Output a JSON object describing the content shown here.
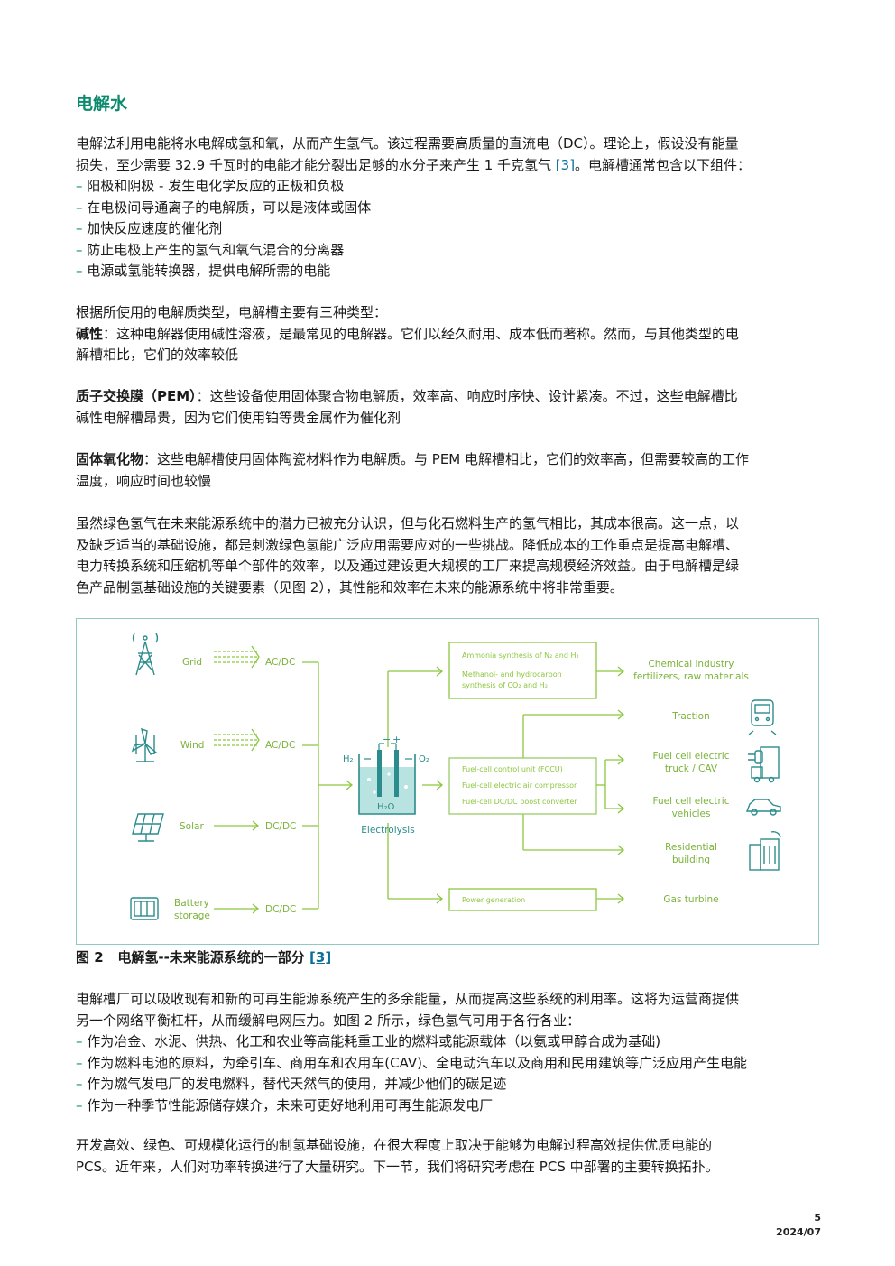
{
  "heading": "电解水",
  "intro": {
    "line1": "电解法利用电能将水电解成氢和氧，从而产生氢气。该过程需要高质量的直流电（DC）。理论上，假设没有能量",
    "line2a": "损失，至少需要 32.9 千瓦时的电能才能分裂出足够的水分子来产生 1 千克氢气 ",
    "line2ref": "[3]",
    "line2b": "。电解槽通常包含以下组件：",
    "items": [
      "阳极和阴极 - 发生电化学反应的正极和负极",
      "在电极间导通离子的电解质，可以是液体或固体",
      "加快反应速度的催化剂",
      "防止电极上产生的氢气和氧气混合的分离器",
      "电源或氢能转换器，提供电解所需的电能"
    ]
  },
  "types": {
    "lead": "根据所使用的电解质类型，电解槽主要有三种类型：",
    "alkaline_term": "碱性",
    "alkaline_l1": "：这种电解器使用碱性溶液，是最常见的电解器。它们以经久耐用、成本低而著称。然而，与其他类型的电",
    "alkaline_l2": "解槽相比，它们的效率较低",
    "pem_term": "质子交换膜（PEM）",
    "pem_l1": "：这些设备使用固体聚合物电解质，效率高、响应时序快、设计紧凑。不过，这些电解槽比",
    "pem_l2": "碱性电解槽昂贵，因为它们使用铂等贵金属作为催化剂",
    "solid_term": "固体氧化物",
    "solid_l1": "：这些电解槽使用固体陶瓷材料作为电解质。与 PEM 电解槽相比，它们的效率高，但需要较高的工作",
    "solid_l2": "温度，响应时间也较慢"
  },
  "para_green": [
    "虽然绿色氢气在未来能源系统中的潜力已被充分认识，但与化石燃料生产的氢气相比，其成本很高。这一点，以",
    "及缺乏适当的基础设施，都是刺激绿色氢能广泛应用需要应对的一些挑战。降低成本的工作重点是提高电解槽、",
    "电力转换系统和压缩机等单个部件的效率，以及通过建设更大规模的工厂来提高规模经济效益。由于电解槽是绿",
    "色产品制氢基础设施的关键要素（见图 2），其性能和效率在未来的能源系统中将非常重要。"
  ],
  "figure": {
    "sources": [
      {
        "label": "Grid",
        "conv": "AC/DC",
        "icon": "grid-tower-icon"
      },
      {
        "label": "Wind",
        "conv": "AC/DC",
        "icon": "wind-turbine-icon"
      },
      {
        "label": "Solar",
        "conv": "DC/DC",
        "icon": "solar-panel-icon"
      },
      {
        "label1": "Battery",
        "label2": "storage",
        "conv": "DC/DC",
        "icon": "battery-icon"
      }
    ],
    "electrolysis": "Electrolysis",
    "h2": "H₂",
    "o2": "O₂",
    "water": "H₂O",
    "minus": "−",
    "plus": "+",
    "box_chem": [
      "Ammonia synthesis of N₂ and H₂",
      "Methanol- and hydrocarbon",
      "synthesis of CO₂ and H₂"
    ],
    "box_fuel": [
      "Fuel-cell control unit (FCCU)",
      "Fuel-cell electric air compressor",
      "Fuel-cell DC/DC boost converter"
    ],
    "box_power": "Power generation",
    "outputs": {
      "chem1": "Chemical industry",
      "chem2": "fertilizers, raw materials",
      "traction": "Traction",
      "truck1": "Fuel cell electric",
      "truck2": "truck / CAV",
      "vehicle1": "Fuel cell electric",
      "vehicle2": "vehicles",
      "res1": "Residential",
      "res2": "building",
      "gas": "Gas turbine"
    },
    "colors": {
      "line": "#8cc63f",
      "text": "#7ab33a",
      "teal": "#2a8c8c",
      "fill": "#b9e3e0"
    }
  },
  "caption": {
    "num": "图 2",
    "text": "电解氢--未来能源系统的一部分 ",
    "ref": "[3]"
  },
  "para_grid": {
    "line1": "电解槽厂可以吸收现有和新的可再生能源系统产生的多余能量，从而提高这些系统的利用率。这将为运营商提供",
    "line2": "另一个网络平衡杠杆，从而缓解电网压力。如图 2 所示，绿色氢气可用于各行各业：",
    "items": [
      "作为冶金、水泥、供热、化工和农业等高能耗重工业的燃料或能源载体（以氨或甲醇合成为基础)",
      "作为燃料电池的原料，为牵引车、商用车和农用车(CAV)、全电动汽车以及商用和民用建筑等广泛应用产生电能",
      "作为燃气发电厂的发电燃料，替代天然气的使用，并减少他们的碳足迹",
      "作为一种季节性能源储存媒介，未来可更好地利用可再生能源发电厂"
    ]
  },
  "para_final": [
    "开发高效、绿色、可规模化运行的制氢基础设施，在很大程度上取决于能够为电解过程高效提供优质电能的",
    "PCS。近年来，人们对功率转换进行了大量研究。下一节，我们将研究考虑在 PCS 中部署的主要转换拓扑。"
  ],
  "footer": {
    "page": "5",
    "date": "2024/07"
  }
}
